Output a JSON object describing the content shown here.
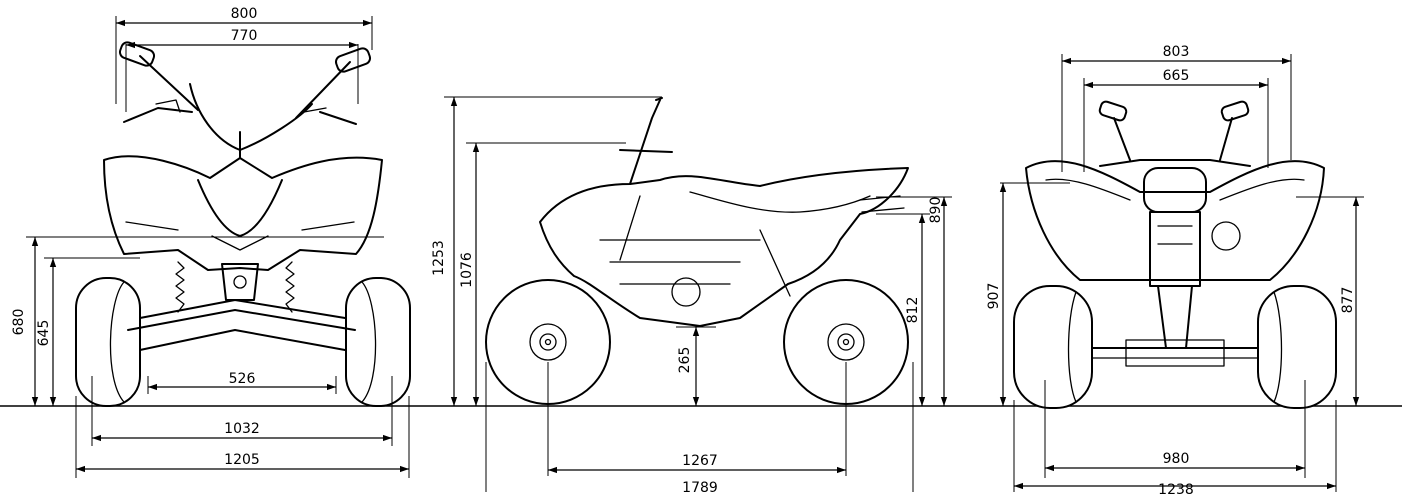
{
  "front_view": {
    "mirror_span": "800",
    "mirror_inner": "770",
    "height_upper": "680",
    "height_lower": "645",
    "wheel_inner": "526",
    "track": "1032",
    "overall_width": "1205"
  },
  "side_view": {
    "overall_height": "1253",
    "handlebar_height": "1076",
    "ground_clearance": "265",
    "seat_height": "812",
    "rear_height": "890",
    "wheelbase": "1267",
    "overall_length": "1789"
  },
  "rear_view": {
    "mirror_span": "803",
    "mirror_inner": "665",
    "height_left": "907",
    "height_right": "877",
    "track": "980",
    "overall_width": "1238"
  }
}
